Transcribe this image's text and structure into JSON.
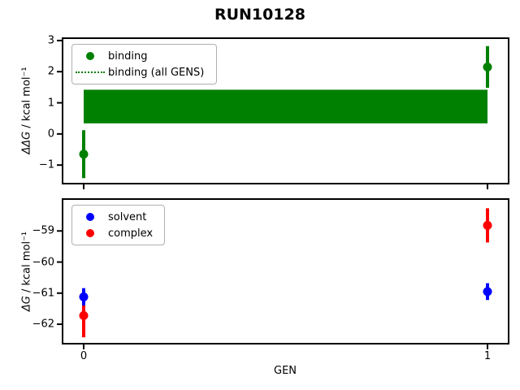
{
  "title": "RUN10128",
  "xlabel": "GEN",
  "chart_data": [
    {
      "type": "scatter",
      "ylabel_math": "ΔΔG",
      "ylabel_rest": " / kcal mol⁻¹",
      "xlim": [
        -0.0503,
        1.0503
      ],
      "ylim": [
        -1.57,
        3.05
      ],
      "yticks": [
        3,
        2,
        1,
        0,
        -1
      ],
      "xticks": [
        0,
        1
      ],
      "show_xtick_labels": false,
      "grid": false,
      "series": [
        {
          "name": "binding",
          "color": "#008000",
          "x": [
            0,
            1
          ],
          "y": [
            -0.65,
            2.15
          ],
          "yerr": [
            0.77,
            0.67
          ]
        }
      ],
      "band": {
        "name": "binding (all GENS)",
        "color": "#008000",
        "x": [
          0,
          1
        ],
        "y_low": 0.34,
        "y_high": 1.42
      },
      "legend": [
        {
          "label": "binding",
          "color": "#008000",
          "glyph": "dot"
        },
        {
          "label": "binding (all GENS)",
          "color": "#008000",
          "glyph": "dotted-line"
        }
      ],
      "legend_position": "upper left"
    },
    {
      "type": "scatter",
      "ylabel_math": "ΔG",
      "ylabel_rest": " / kcal mol⁻¹",
      "xlabel": "GEN",
      "xlim": [
        -0.0503,
        1.0503
      ],
      "ylim": [
        -62.6,
        -58.0
      ],
      "yticks": [
        -59,
        -60,
        -61,
        -62
      ],
      "xticks": [
        0,
        1
      ],
      "xtick_labels": [
        "0",
        "1"
      ],
      "show_xtick_labels": true,
      "grid": false,
      "series": [
        {
          "name": "complex",
          "color": "#ff0000",
          "x": [
            0,
            1
          ],
          "y": [
            -61.72,
            -58.82
          ],
          "yerr": [
            0.7,
            0.55
          ]
        },
        {
          "name": "solvent",
          "color": "#0000ff",
          "x": [
            0,
            1
          ],
          "y": [
            -61.12,
            -60.95
          ],
          "yerr": [
            0.28,
            0.27
          ]
        }
      ],
      "legend": [
        {
          "label": "solvent",
          "color": "#0000ff",
          "glyph": "dot"
        },
        {
          "label": "complex",
          "color": "#ff0000",
          "glyph": "dot"
        }
      ],
      "legend_position": "upper left"
    }
  ]
}
